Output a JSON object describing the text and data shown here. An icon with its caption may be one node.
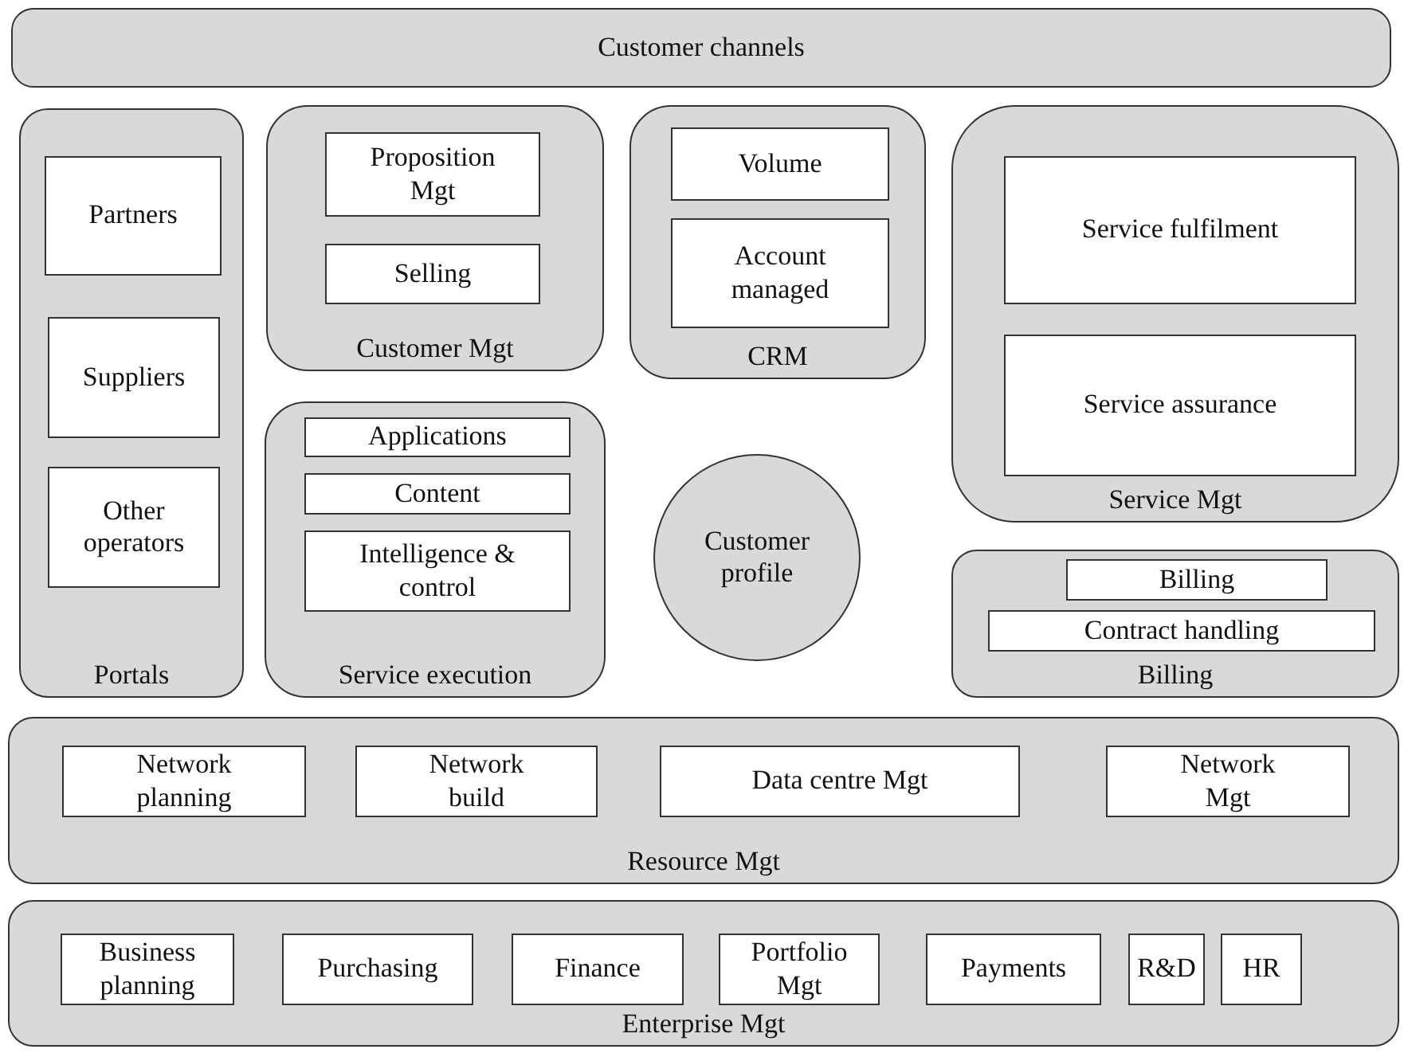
{
  "diagram": {
    "nodes": [
      {
        "text": [
          "Customer channels"
        ]
      },
      {
        "text": [
          "Portals"
        ]
      },
      {
        "text": [
          "Partners"
        ],
        "in": 1
      },
      {
        "text": [
          "Suppliers"
        ],
        "in": 1
      },
      {
        "text": [
          "Other operators"
        ],
        "in": 1
      },
      {
        "text": [
          "Customer Mgt"
        ]
      },
      {
        "text": [
          "Proposition Mgt"
        ],
        "in": 5
      },
      {
        "text": [
          "Selling"
        ],
        "in": 5
      },
      {
        "text": [
          "CRM"
        ]
      },
      {
        "text": [
          "Volume"
        ],
        "in": 8
      },
      {
        "text": [
          "Account managed"
        ],
        "in": 8
      },
      {
        "text": [
          "Service Mgt"
        ]
      },
      {
        "text": [
          "Service fulfilment"
        ],
        "in": 11
      },
      {
        "text": [
          "Service assurance"
        ],
        "in": 11
      },
      {
        "text": [
          "Service execution"
        ]
      },
      {
        "text": [
          "Applications"
        ],
        "in": 14
      },
      {
        "text": [
          "Content"
        ],
        "in": 14
      },
      {
        "text": [
          "Intelligence & control"
        ],
        "in": 14
      },
      {
        "text": [
          "Customer profile"
        ]
      },
      {
        "text": [
          "Billing"
        ]
      },
      {
        "text": [
          "Billing"
        ],
        "in": 19
      },
      {
        "text": [
          "Contract handling"
        ],
        "in": 19
      },
      {
        "text": [
          "Resource Mgt"
        ]
      },
      {
        "text": [
          "Network planning"
        ],
        "in": 22
      },
      {
        "text": [
          "Network build"
        ],
        "in": 22
      },
      {
        "text": [
          "Data centre Mgt"
        ],
        "in": 22
      },
      {
        "text": [
          "Network Mgt"
        ],
        "in": 22
      },
      {
        "text": [
          "Enterprise Mgt"
        ]
      },
      {
        "text": [
          "Business planning"
        ],
        "in": 27
      },
      {
        "text": [
          "Purchasing"
        ],
        "in": 27
      },
      {
        "text": [
          "Finance"
        ],
        "in": 27
      },
      {
        "text": [
          "Portfolio Mgt"
        ],
        "in": 27
      },
      {
        "text": [
          "Payments"
        ],
        "in": 27
      },
      {
        "text": [
          "R&D"
        ],
        "in": 27
      },
      {
        "text": [
          "HR"
        ],
        "in": 27
      }
    ]
  }
}
